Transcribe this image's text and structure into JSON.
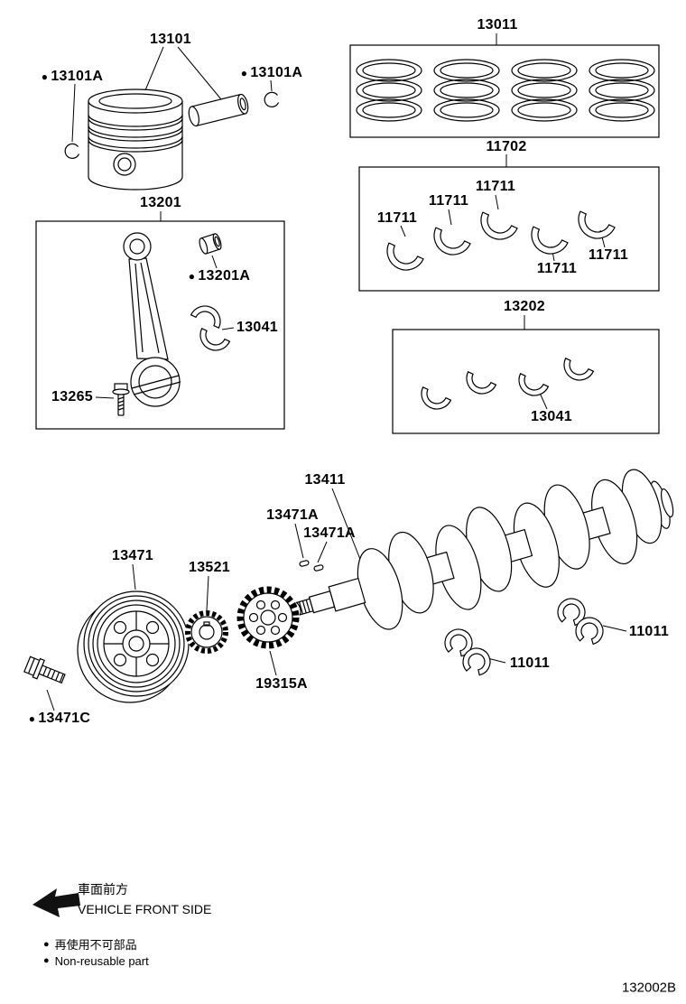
{
  "diagram": {
    "doc_id": "132002B",
    "bullet": "●",
    "parts": {
      "piston": "13101",
      "snap_ring_left": "13101A",
      "snap_ring_right": "13101A",
      "ring_set": "13011",
      "bearing_set_upper": "11702",
      "main_bearing_1": "11711",
      "main_bearing_2": "11711",
      "main_bearing_3": "11711",
      "main_bearing_4": "11711",
      "main_bearing_5": "11711",
      "conrod": "13201",
      "conrod_bushing": "13201A",
      "rod_bearing_in_rod": "13041",
      "rod_bolt": "13265",
      "bearing_set_lower": "13202",
      "rod_bearing_set": "13041",
      "crankshaft": "13411",
      "key_1": "13471A",
      "key_2": "13471A",
      "pulley": "13471",
      "timing_gear": "13521",
      "crank_sprocket": "19315A",
      "thrust_washer_lower": "11011",
      "thrust_washer_upper": "11011",
      "pulley_bolt": "13471C"
    },
    "footer": {
      "front_jp": "車面前方",
      "front_en": "VEHICLE FRONT SIDE",
      "nonreusable_jp": "再使用不可部品",
      "nonreusable_en": "Non-reusable part"
    }
  }
}
